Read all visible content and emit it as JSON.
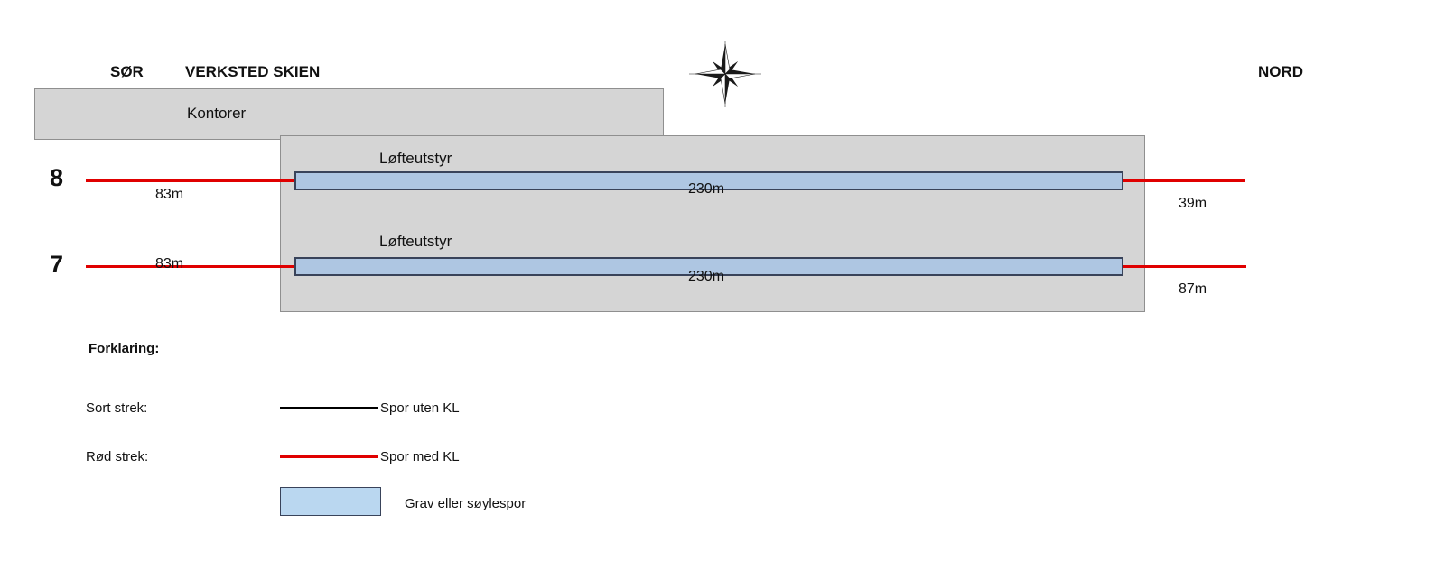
{
  "header": {
    "south": "SØR",
    "title": "VERKSTED SKIEN",
    "north": "NORD"
  },
  "buildings": {
    "kontorer": "Kontorer"
  },
  "tracks": [
    {
      "number": "8",
      "equipment": "Løfteutstyr",
      "left_length": "83m",
      "bar_length": "230m",
      "right_length": "39m"
    },
    {
      "number": "7",
      "equipment": "Løfteutstyr",
      "left_length": "83m",
      "bar_length": "230m",
      "right_length": "87m"
    }
  ],
  "legend": {
    "title": "Forklaring:",
    "black_line_label": "Sort strek:",
    "black_line_desc": "Spor uten KL",
    "red_line_label": "Rød strek:",
    "red_line_desc": "Spor med KL",
    "blue_box_desc": "Grav eller søylespor"
  },
  "icons": {
    "compass": "compass-rose-icon"
  },
  "colors": {
    "red_line": "#e00000",
    "black_line": "#000000",
    "gray_fill": "#d5d5d5",
    "gray_border": "#8f8f8f",
    "blue_fill": "#aec6e2",
    "blue_border": "#39435a",
    "legend_blue": "#bad7f0"
  }
}
